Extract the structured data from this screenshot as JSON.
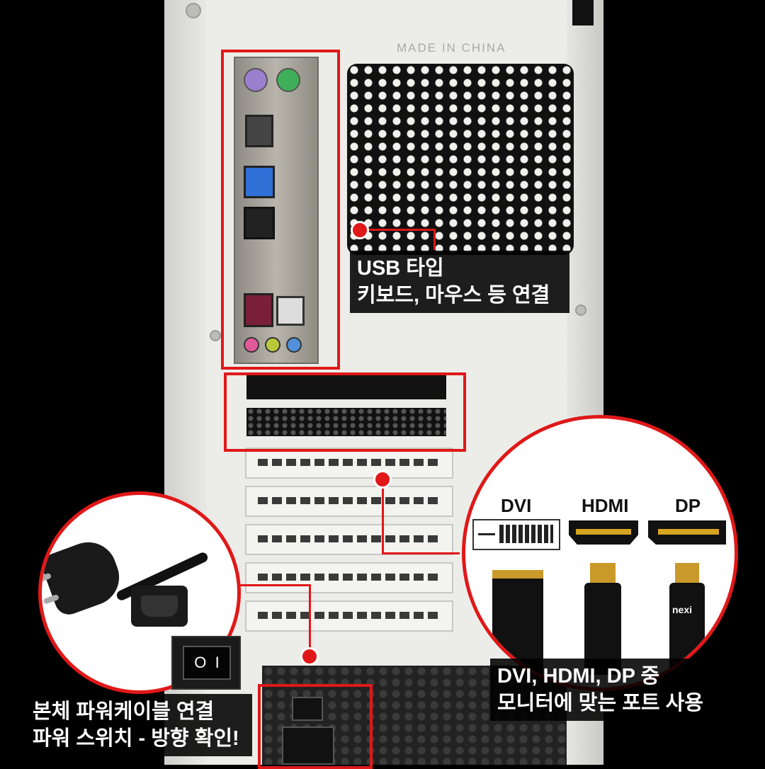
{
  "case": {
    "stamp": "MADE IN CHINA"
  },
  "callouts": {
    "usb": {
      "line1": "USB 타입",
      "line2": "키보드, 마우스 등 연결"
    },
    "monitor": {
      "line1": "DVI, HDMI, DP 중",
      "line2": "모니터에 맞는 포트 사용"
    },
    "power": {
      "line1": "본체 파워케이블 연결",
      "line2": "파워 스위치 - 방향 확인!"
    }
  },
  "ports": [
    {
      "name": "DVI"
    },
    {
      "name": "HDMI"
    },
    {
      "name": "DP"
    }
  ],
  "cable_brand": "nexi",
  "switch_glyph": "O  I",
  "colors": {
    "highlight": "#e01818",
    "label_bg": "#000000",
    "label_text": "#ffffff"
  }
}
